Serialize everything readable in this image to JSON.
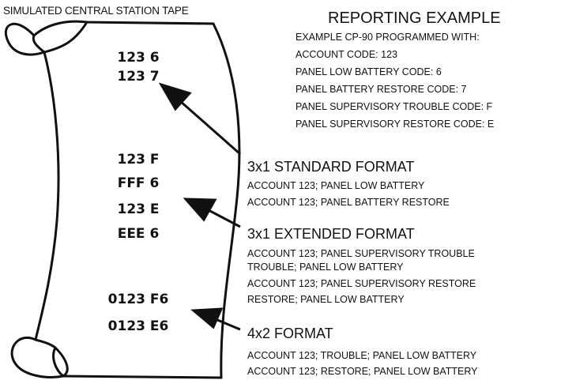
{
  "tape": {
    "title": "SIMULATED CENTRAL STATION TAPE",
    "codes": [
      "123 6",
      "123 7",
      "123 F",
      "FFF 6",
      "123 E",
      "EEE 6",
      "0123 F6",
      "0123 E6"
    ]
  },
  "reporting": {
    "title": "REPORTING EXAMPLE",
    "lines": [
      "EXAMPLE CP-90 PROGRAMMED WITH:",
      "ACCOUNT CODE: 123",
      "PANEL LOW BATTERY CODE: 6",
      "PANEL BATTERY RESTORE CODE: 7",
      "PANEL SUPERVISORY TROUBLE CODE: F",
      "PANEL SUPERVISORY RESTORE CODE: E"
    ]
  },
  "formats": [
    {
      "title": "3x1 STANDARD FORMAT",
      "lines": [
        "ACCOUNT 123; PANEL LOW BATTERY",
        "ACCOUNT 123; PANEL BATTERY RESTORE"
      ]
    },
    {
      "title": "3x1 EXTENDED FORMAT",
      "lines": [
        "ACCOUNT 123; PANEL SUPERVISORY TROUBLE",
        "TROUBLE; PANEL LOW BATTERY",
        "ACCOUNT 123; PANEL SUPERVISORY RESTORE",
        "RESTORE; PANEL LOW BATTERY"
      ]
    },
    {
      "title": "4x2 FORMAT",
      "lines": [
        "ACCOUNT 123; TROUBLE; PANEL LOW BATTERY",
        "ACCOUNT 123; RESTORE; PANEL LOW BATTERY"
      ]
    }
  ]
}
